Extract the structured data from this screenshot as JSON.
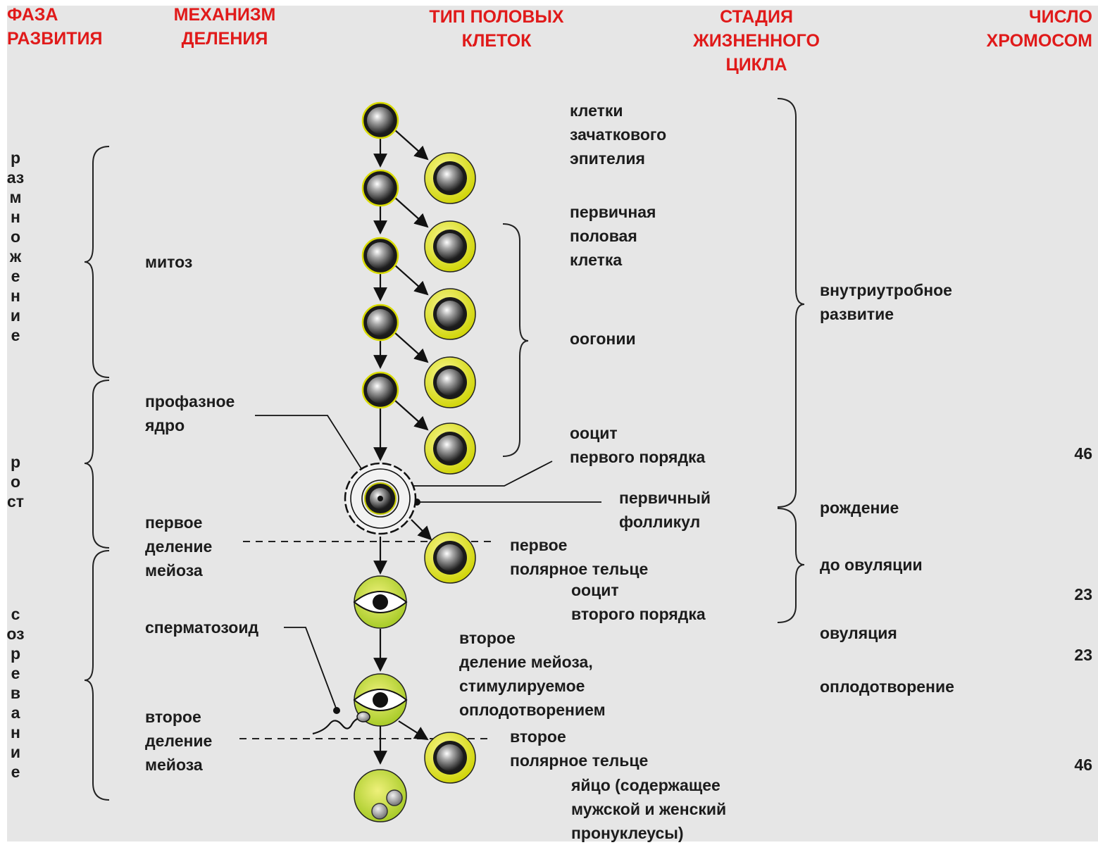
{
  "headers": {
    "phase": [
      "ФАЗА",
      "РАЗВИТИЯ"
    ],
    "mechanism": [
      "МЕХАНИЗМ",
      "ДЕЛЕНИЯ"
    ],
    "cell_type": [
      "ТИП ПОЛОВЫХ",
      "КЛЕТОК"
    ],
    "life_stage": [
      "СТАДИЯ",
      "ЖИЗНЕННОГО",
      "ЦИКЛА"
    ],
    "chromosomes": [
      "ЧИСЛО",
      "ХРОМОСОМ"
    ]
  },
  "phases": {
    "multiplication": "размножение",
    "growth": "рост",
    "maturation": "созревание"
  },
  "mechanisms": {
    "mitosis": "митоз",
    "prophase_nucleus": [
      "профазное",
      "ядро"
    ],
    "first_meiosis": [
      "первое",
      "деление",
      "мейоза"
    ],
    "sperm": "сперматозоид",
    "second_meiosis": [
      "второе",
      "деление",
      "мейоза"
    ]
  },
  "cell_types": {
    "germinal_epithelium": [
      "клетки",
      "зачаткового",
      "эпителия"
    ],
    "primordial_germ_cell": [
      "первичная",
      "половая",
      "клетка"
    ],
    "oogonia": "оогонии",
    "primary_oocyte": [
      "ооцит",
      "первого порядка"
    ],
    "primary_follicle": [
      "первичный",
      "фолликул"
    ],
    "first_polar_body": [
      "первое",
      "полярное тельце"
    ],
    "secondary_oocyte": [
      "ооцит",
      "второго порядка"
    ],
    "second_division": [
      "второе",
      "деление мейоза,",
      "стимулируемое",
      "оплодотворением"
    ],
    "second_polar_body": [
      "второе",
      "полярное тельце"
    ],
    "egg": [
      "яйцо (содержащее",
      "мужской и женский",
      "пронуклеусы)"
    ]
  },
  "life_stages": {
    "intrauterine": [
      "внутриутробное",
      "развитие"
    ],
    "birth": "рождение",
    "before_ovulation": "до овуляции",
    "ovulation": "овуляция",
    "fertilization": "оплодотворение"
  },
  "chromosome_counts": {
    "n1": "46",
    "n2": "23",
    "n3": "23",
    "n4": "46"
  },
  "colors": {
    "header": "#e01a1a",
    "text": "#1c1c1c",
    "cell_yellow": "#e4e600",
    "cell_lime": "#b4d21e",
    "background": "#e6e6e6"
  }
}
